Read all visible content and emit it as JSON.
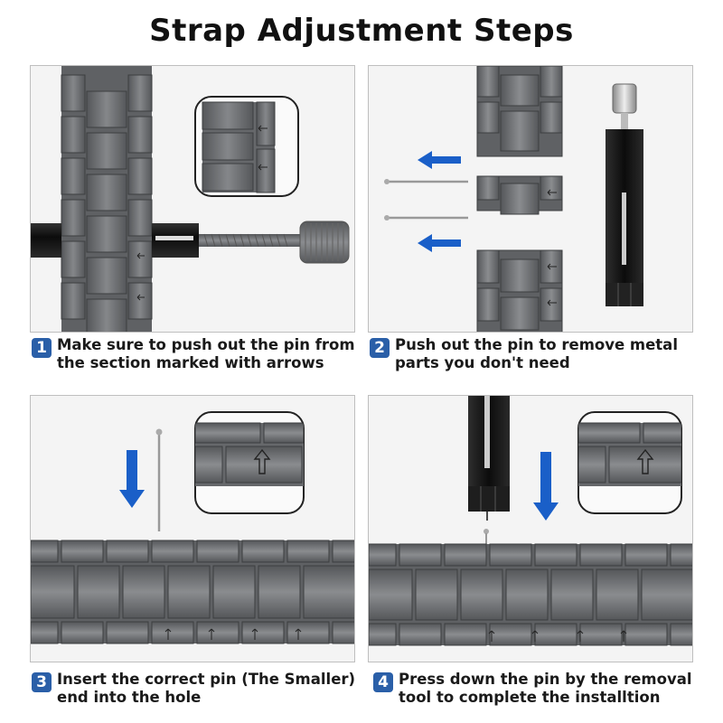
{
  "title": "Strap Adjustment Steps",
  "colors": {
    "accent_blue": "#1a5fc8",
    "badge_blue": "#2a5fa8",
    "steel": "#6e7073",
    "steel_dark": "#4a4c4f",
    "tool_black": "#141414"
  },
  "steps": [
    {
      "number": "1",
      "text_line1": "Make sure to push out the pin from",
      "text_line2": "the section marked with arrows"
    },
    {
      "number": "2",
      "text_line1": "Push out the pin to remove metal",
      "text_line2": "parts you don't need"
    },
    {
      "number": "3",
      "text_line1": "Insert the correct pin (The Smaller)",
      "text_line2": "end into the hole"
    },
    {
      "number": "4",
      "text_line1": "Press down the pin by the removal",
      "text_line2": "tool to complete the installtion"
    }
  ]
}
